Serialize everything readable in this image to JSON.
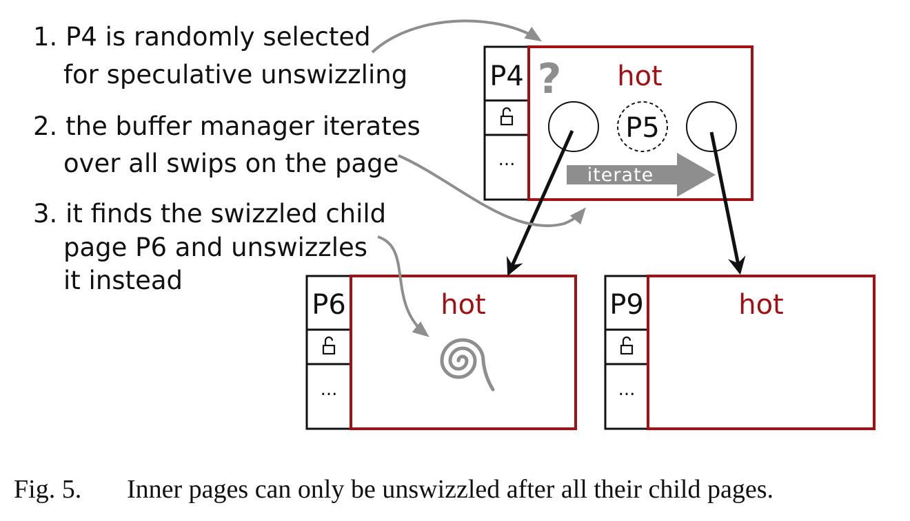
{
  "colors": {
    "hot": "#a01015",
    "frame": "#111111",
    "annotation_gray": "#8e8e8e",
    "text": "#111111"
  },
  "steps": [
    {
      "line1": "1. P4 is randomly selected",
      "line2": "for speculative unswizzling"
    },
    {
      "line1": "2. the buffer manager iterates",
      "line2": "over all swips on the page"
    },
    {
      "line1": "3. it finds the swizzled child",
      "line2": "page P6 and unswizzles",
      "line3": "it instead"
    }
  ],
  "pages": [
    {
      "id": "P4",
      "state": "hot",
      "lock_icon": "unlock-icon",
      "more": "..."
    },
    {
      "id": "P6",
      "state": "hot",
      "lock_icon": "unlock-icon",
      "more": "..."
    },
    {
      "id": "P9",
      "state": "hot",
      "lock_icon": "unlock-icon",
      "more": "..."
    }
  ],
  "swips": {
    "middle_label": "P5"
  },
  "question_mark": "?",
  "iterate_label": "iterate",
  "spiral_icon": "spiral-icon",
  "caption": {
    "label": "Fig. 5.",
    "text": "Inner pages can only be unswizzled after all their child pages."
  }
}
